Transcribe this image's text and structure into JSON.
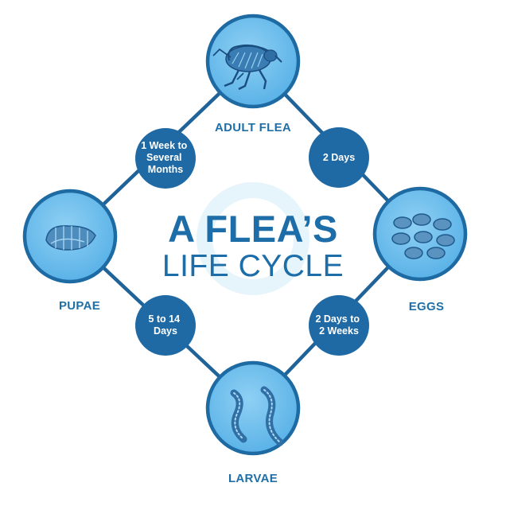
{
  "title": {
    "line1": "A FLEA’S",
    "line2": "LIFE CYCLE"
  },
  "stages": {
    "adult": {
      "label": "ADULT FLEA",
      "icon": "flea-icon"
    },
    "eggs": {
      "label": "EGGS",
      "icon": "eggs-icon"
    },
    "larvae": {
      "label": "LARVAE",
      "icon": "larvae-icon"
    },
    "pupae": {
      "label": "PUPAE",
      "icon": "pupa-icon"
    }
  },
  "durations": {
    "adult_to_eggs": [
      "2 Days"
    ],
    "eggs_to_larvae": [
      "2 Days to",
      "2 Weeks"
    ],
    "larvae_to_pupae": [
      "5 to 14",
      "Days"
    ],
    "pupae_to_adult": [
      "1 Week to",
      "Several",
      "Months"
    ]
  },
  "colors": {
    "line": "#1f6399",
    "stage_fill": "#5fb7ea",
    "stage_stroke": "#1e6aa3",
    "duration_fill": "#1f6aa5",
    "text_blue": "#1d6ea8",
    "center_ring": "#e6f4fc"
  }
}
